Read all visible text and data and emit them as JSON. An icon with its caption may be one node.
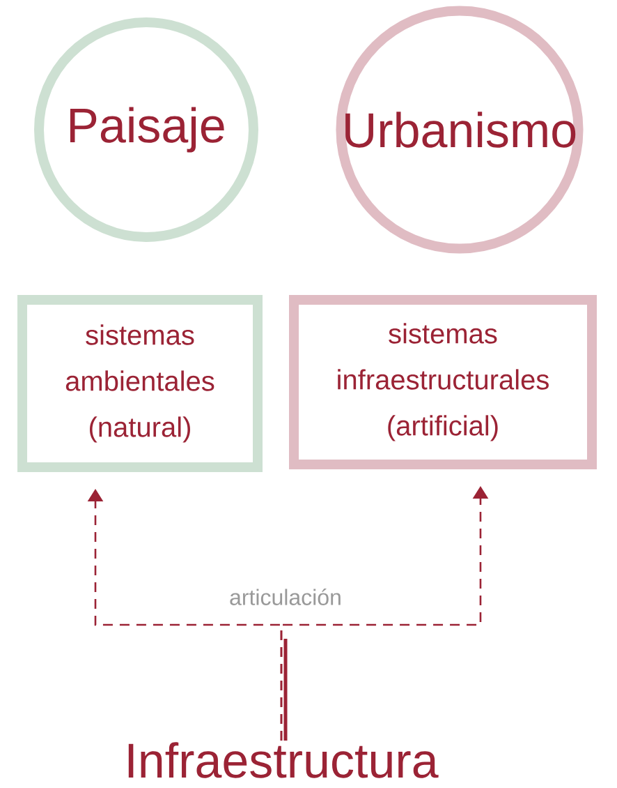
{
  "diagram": {
    "nodes": [
      {
        "text": [
          "Paisaje"
        ]
      },
      {
        "text": [
          "Urbanismo"
        ]
      },
      {
        "text": [
          "sistemas ambientales (natural)"
        ]
      },
      {
        "text": [
          "sistemas infraestructurales (artificial)"
        ]
      },
      {
        "text": [
          "Infraestructura"
        ]
      }
    ],
    "edges": [
      {
        "from": 4,
        "to": 2,
        "arrow": "to",
        "style": "dashed",
        "label": "articulación"
      },
      {
        "from": 4,
        "to": 3,
        "arrow": "to",
        "style": "dashed"
      }
    ]
  }
}
